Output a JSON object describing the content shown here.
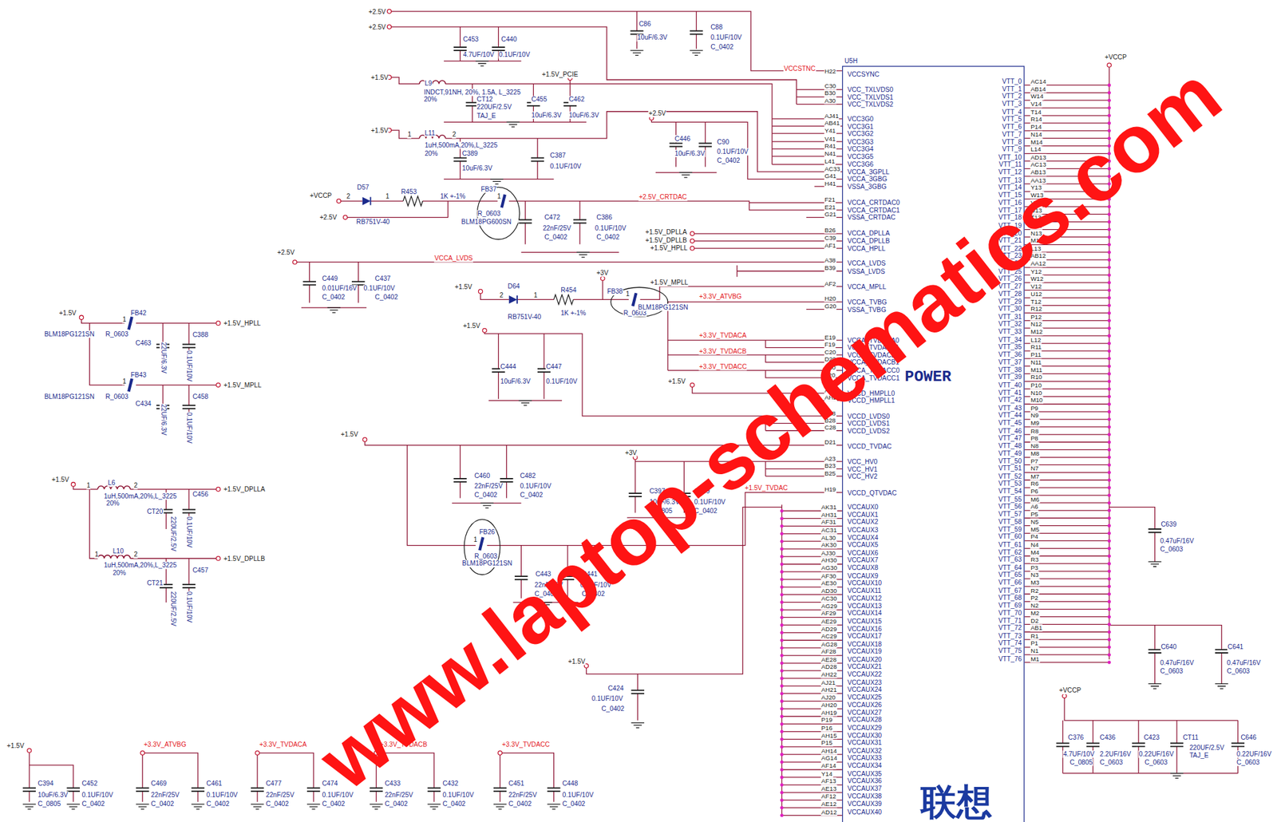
{
  "diagram": {
    "nodes": [
      {
        "text": [
          "U5H",
          "POWER"
        ]
      }
    ],
    "labels": [
      "+2.5V",
      "+2.5V",
      "C86",
      "10uF/6.3V",
      "C88",
      "0.1UF/10V",
      "C_0402",
      "C453",
      "4.7UF/10V",
      "C440",
      "0.1UF/10V",
      "VCCSTNC",
      "H22",
      "VCCSYNC",
      "+1.5V",
      "L9",
      "INDCT,91NH, 20%, 1.5A, L_3225",
      "20%",
      "CT12",
      "220UF/2.5V",
      "TAJ_E",
      "+1.5V_PCIE",
      "C455",
      "10uF/6.3V",
      "C462",
      "10uF/6.3V",
      "C30",
      "VCC_TXLVDS0",
      "B30",
      "VCC_TXLVDS1",
      "A30",
      "VCC_TXLVDS2",
      "+1.5V",
      "1",
      "L11",
      "2",
      "1uH,500mA,20%,L_3225",
      "20%",
      "C389",
      "10uF/6.3V",
      "C387",
      "0.1UF/10V",
      "+2.5V",
      "C446",
      "10uF/6.3V",
      "C90",
      "0.1UF/10V",
      "C_0402",
      "AJ41",
      "VCC3G0",
      "AB41",
      "VCC3G1",
      "Y41",
      "VCC3G2",
      "V41",
      "VCC3G3",
      "R41",
      "VCC3G4",
      "N41",
      "VCC3G5",
      "L41",
      "VCC3G6",
      "AC33",
      "VCCA_3GPLL",
      "G41",
      "VCCA_3GBG",
      "H41",
      "VSSA_3GBG",
      "+VCCP",
      "2",
      "D57",
      "1",
      "R453",
      "1K +-1%",
      "FB37",
      "1",
      "R_0603",
      "BLM18PG600SN",
      "+2.5V",
      "RB751V-40",
      "+2.5V_CRTDAC",
      "C472",
      "22nF/25V",
      "C_0402",
      "C386",
      "0.1UF/10V",
      "C_0402",
      "F21",
      "VCCA_CRTDAC0",
      "E21",
      "VCCA_CRTDAC1",
      "G21",
      "VSSA_CRTDAC",
      "+1.5V_DPLLA",
      "+1.5V_DPLLB",
      "+1.5V_HPLL",
      "B26",
      "VCCA_DPLLA",
      "C39",
      "VCCA_DPLLB",
      "AF1",
      "VCCA_HPLL",
      "+2.5V",
      "VCCA_LVDS",
      "A38",
      "VCCA_LVDS",
      "B39",
      "VSSA_LVDS",
      "C449",
      "0.01UF/16V",
      "C_0402",
      "C437",
      "0.1UF/10V",
      "C_0402",
      "+3V",
      "+1.5V",
      "D64",
      "2",
      "1",
      "R454",
      "RB751V-40",
      "1K +-1%",
      "FB38",
      "+1.5V_MPLL",
      "1",
      "R_0603",
      "BLM18PG121SN",
      "AF2",
      "VCCA_MPLL",
      "+3.3V_ATVBG",
      "H20",
      "VCCA_TVBG",
      "G20",
      "VSSA_TVBG",
      "+1.5V",
      "C444",
      "10uF/6.3V",
      "C447",
      "0.1UF/10V",
      "+3.3V_TVDACA",
      "+3.3V_TVDACB",
      "+3.3V_TVDACC",
      "E19",
      "VCCA_TVDACA0",
      "F19",
      "VCCA_TVDACA1",
      "C20",
      "VCCA_TVDACB0",
      "D20",
      "VCCA_TVDACB1",
      "E20",
      "VCCA_TVDACC0",
      "F20",
      "VCCA_TVDACC1",
      "+1.5V",
      "AH1",
      "VCCD_HMPLL0",
      "AH2",
      "VCCD_HMPLL1",
      "A28",
      "VCCD_LVDS0",
      "B28",
      "VCCD_LVDS1",
      "C28",
      "VCCD_LVDS2",
      "+1.5V",
      "D21",
      "VCCD_TVDAC",
      "C460",
      "22nF/25V",
      "C_0402",
      "C482",
      "0.1UF/10V",
      "C_0402",
      "+3V",
      "A23",
      "VCC_HV0",
      "B23",
      "VCC_HV1",
      "B25",
      "VCC_HV2",
      "C397",
      "10uF/6.3V",
      "C_0805",
      "C439",
      "0.1UF/10V",
      "C_0402",
      "+1.5V_TVDAC",
      "H19",
      "VCCD_QTVDAC",
      "FB26",
      "1",
      "R_0603",
      "BLM18PG121SN",
      "C443",
      "22nF/25V",
      "C_0402",
      "C441",
      "0.1UF/10V",
      "C_0402",
      "+1.5V",
      "C424",
      "0.1UF/10V",
      "C_0402",
      "+1.5V",
      "FB42",
      "1",
      "BLM18PG121SN",
      "R_0603",
      "C463",
      "22UF/6.3V",
      "C388",
      "0.1UF/10V",
      "+1.5V_HPLL",
      "FB43",
      "1",
      "BLM18PG121SN",
      "R_0603",
      "C434",
      "22UF/6.3V",
      "C458",
      "0.1UF/10V",
      "+1.5V_MPLL",
      "+1.5V",
      "1",
      "L6",
      "2",
      "1uH,500mA,20%,L_3225",
      "20%",
      "C456",
      "CT20",
      "220UF/2.5V",
      "0.1UF/10V",
      "+1.5V_DPLLA",
      "1",
      "L10",
      "2",
      "1uH,500mA,20%,L_3225",
      "20%",
      "CT21",
      "220UF/2.5V",
      "C457",
      "0.1UF/10V",
      "+1.5V_DPLLB",
      "+1.5V",
      "C394",
      "10uF/6.3V",
      "C_0805",
      "C452",
      "0.1UF/10V",
      "C_0402",
      "+3.3V_ATVBG",
      "C469",
      "22nF/25V",
      "C_0402",
      "C461",
      "0.1UF/10V",
      "C_0402",
      "+3.3V_TVDACA",
      "C477",
      "22nF/25V",
      "C_0402",
      "C474",
      "0.1UF/10V",
      "C_0402",
      "+3.3V_TVDACB",
      "C433",
      "22nF/25V",
      "C_0402",
      "C432",
      "0.1UF/10V",
      "C_0402",
      "+3.3V_TVDACC",
      "C451",
      "22nF/25V",
      "C_0402",
      "C448",
      "0.1UF/10V",
      "C_0402",
      "+VCCP",
      "C639",
      "0.47uF/16V",
      "C_0603",
      "C640",
      "0.47uF/16V",
      "C_0603",
      "C641",
      "0.47uF/16V",
      "C_0603",
      "+VCCP",
      "C376",
      "4.7UF/10V",
      "C_0805",
      "C436",
      "2.2UF/16V",
      "C_0603",
      "C423",
      "0.22UF/16V",
      "C_0603",
      "CT11",
      "220UF/2.5V",
      "TAJ_E",
      "C646",
      "0.22UF/16V",
      "C_0603",
      "联想",
      "www.laptop-schematics.com",
      "VTT_0",
      "VTT_1",
      "VTT_2",
      "VTT_3",
      "VTT_4",
      "VTT_5",
      "VTT_6",
      "VTT_7",
      "VTT_8",
      "VTT_9",
      "VTT_10",
      "VTT_11",
      "VTT_12",
      "VTT_13",
      "VTT_14",
      "VTT_15",
      "VTT_16",
      "VTT_17",
      "VTT_18",
      "VTT_19",
      "VTT_20",
      "VTT_21",
      "VTT_22",
      "VTT_23",
      "VTT_24",
      "VTT_25",
      "VTT_26",
      "VTT_27",
      "VTT_28",
      "VTT_29",
      "VTT_30",
      "VTT_31",
      "VTT_32",
      "VTT_33",
      "VTT_34",
      "VTT_35",
      "VTT_36",
      "VTT_37",
      "VTT_38",
      "VTT_39",
      "VTT_40",
      "VTT_41",
      "VTT_42",
      "VTT_43",
      "VTT_44",
      "VTT_45",
      "VTT_46",
      "VTT_47",
      "VTT_48",
      "VTT_49",
      "VTT_50",
      "VTT_51",
      "VTT_52",
      "VTT_53",
      "VTT_54",
      "VTT_55",
      "VTT_56",
      "VTT_57",
      "VTT_58",
      "VTT_59",
      "VTT_60",
      "VTT_61",
      "VTT_62",
      "VTT_63",
      "VTT_64",
      "VTT_65",
      "VTT_66",
      "VTT_67",
      "VTT_68",
      "VTT_69",
      "VTT_70",
      "VTT_71",
      "VTT_72",
      "VTT_73",
      "VTT_74",
      "VTT_75",
      "VTT_76",
      "AC14",
      "AB14",
      "W14",
      "V14",
      "T14",
      "R14",
      "P14",
      "N14",
      "M14",
      "L14",
      "AD13",
      "AC13",
      "AB13",
      "AA13",
      "Y13",
      "W13",
      "V13",
      "U13",
      "T13",
      "R13",
      "N13",
      "M13",
      "L13",
      "AB12",
      "AA12",
      "Y12",
      "W12",
      "V12",
      "U12",
      "T12",
      "R12",
      "P12",
      "N12",
      "M12",
      "L12",
      "R11",
      "P11",
      "N11",
      "M11",
      "R10",
      "P10",
      "N10",
      "M10",
      "P9",
      "N9",
      "M9",
      "R8",
      "P8",
      "N8",
      "M8",
      "P7",
      "N7",
      "M7",
      "R6",
      "P6",
      "M6",
      "A6",
      "P5",
      "N5",
      "M5",
      "P4",
      "N4",
      "M4",
      "R3",
      "P3",
      "N3",
      "M3",
      "R2",
      "P2",
      "N2",
      "M2",
      "D2",
      "AB1",
      "R1",
      "P1",
      "N1",
      "M1",
      "VCCAUX0",
      "VCCAUX1",
      "VCCAUX2",
      "VCCAUX3",
      "VCCAUX4",
      "VCCAUX5",
      "VCCAUX6",
      "VCCAUX7",
      "VCCAUX8",
      "VCCAUX9",
      "VCCAUX10",
      "VCCAUX11",
      "VCCAUX12",
      "VCCAUX13",
      "VCCAUX14",
      "VCCAUX15",
      "VCCAUX16",
      "VCCAUX17",
      "VCCAUX18",
      "VCCAUX19",
      "VCCAUX20",
      "VCCAUX21",
      "VCCAUX22",
      "VCCAUX23",
      "VCCAUX24",
      "VCCAUX25",
      "VCCAUX26",
      "VCCAUX27",
      "VCCAUX28",
      "VCCAUX29",
      "VCCAUX30",
      "VCCAUX31",
      "VCCAUX32",
      "VCCAUX33",
      "VCCAUX34",
      "VCCAUX35",
      "VCCAUX36",
      "VCCAUX37",
      "VCCAUX38",
      "VCCAUX39",
      "VCCAUX40",
      "AK31",
      "AH31",
      "AF31",
      "AC31",
      "AL30",
      "AK30",
      "AJ30",
      "AH30",
      "AG30",
      "AF30",
      "AE30",
      "AD30",
      "AC30",
      "AG29",
      "AF29",
      "AE29",
      "AD29",
      "AC29",
      "AG28",
      "AF28",
      "AE28",
      "AD28",
      "AH22",
      "AJ21",
      "AH21",
      "AJ20",
      "AH20",
      "AH19",
      "P19",
      "P16",
      "AH15",
      "P15",
      "AH14",
      "AG14",
      "AF14",
      "Y14",
      "AF13",
      "AE13",
      "AF12",
      "AE12",
      "AD12"
    ]
  }
}
